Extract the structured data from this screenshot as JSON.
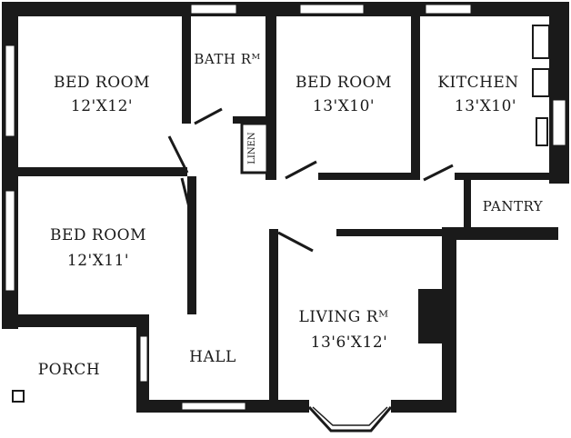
{
  "rooms": [
    {
      "id": "bedroom1",
      "name": "BED ROOM",
      "size": "12'X12'"
    },
    {
      "id": "bath",
      "name": "BATH Rᴹ",
      "size": ""
    },
    {
      "id": "bedroom2",
      "name": "BED ROOM",
      "size": "13'X10'"
    },
    {
      "id": "kitchen",
      "name": "KITCHEN",
      "size": "13'X10'"
    },
    {
      "id": "bedroom3",
      "name": "BED ROOM",
      "size": "12'X11'"
    },
    {
      "id": "living",
      "name": "LIVING Rᴹ",
      "size": "13'6'X12'"
    },
    {
      "id": "hall",
      "name": "HALL",
      "size": ""
    },
    {
      "id": "porch",
      "name": "PORCH",
      "size": ""
    },
    {
      "id": "pantry",
      "name": "PANTRY",
      "size": ""
    },
    {
      "id": "linen",
      "name": "LINEN",
      "size": ""
    }
  ],
  "colors": {
    "ink": "#1a1a1a",
    "paper": "#ffffff"
  }
}
